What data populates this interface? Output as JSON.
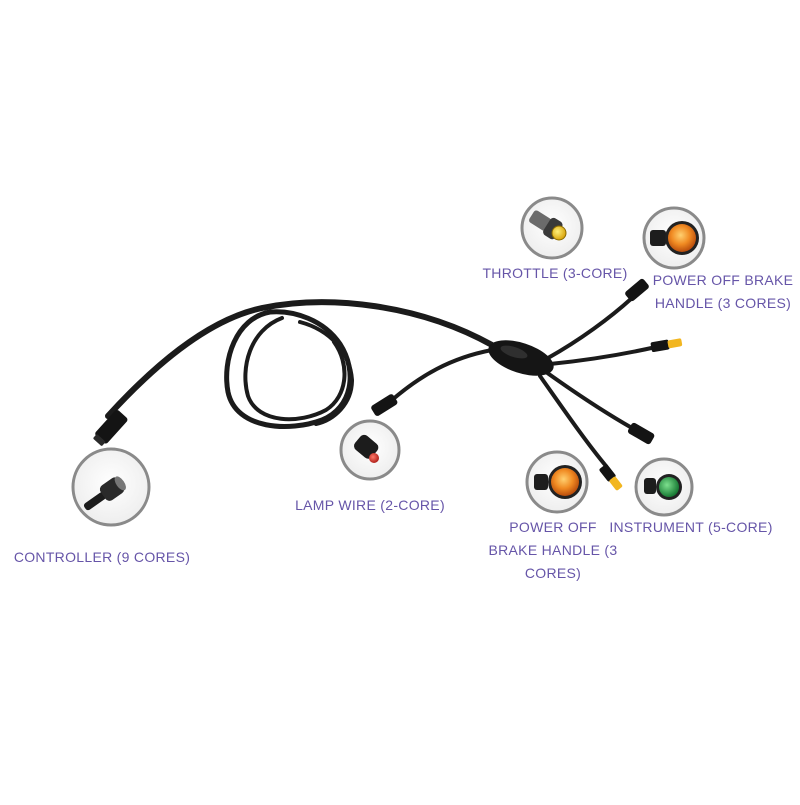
{
  "colors": {
    "label": "#6655a8",
    "cable": "#1b1b1b",
    "circle_ring": "#8a8a8a",
    "orange": "#f07a1e",
    "yellow": "#f2c21c",
    "red": "#d8332d",
    "green": "#2a9a4a"
  },
  "labels": {
    "throttle": "THROTTLE (3-CORE)",
    "brake_top": "POWER OFF BRAKE\nHANDLE (3 CORES)",
    "lamp": "LAMP WIRE (2-CORE)",
    "controller": "CONTROLLER (9 CORES)",
    "brake_bottom": "POWER OFF\nBRAKE HANDLE (3\nCORES)",
    "instrument": "INSTRUMENT (5-CORE)"
  }
}
